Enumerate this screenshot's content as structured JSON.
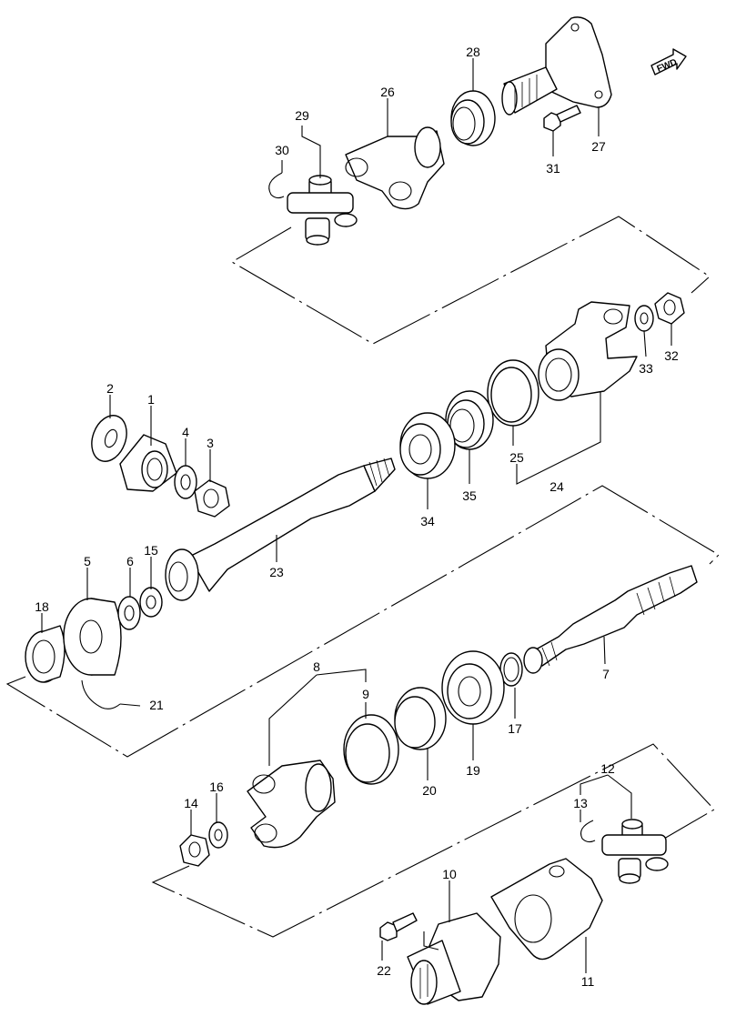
{
  "fwd_label": "FWD",
  "callouts": {
    "c1": "1",
    "c2": "2",
    "c3": "3",
    "c4": "4",
    "c5": "5",
    "c6": "6",
    "c7": "7",
    "c8": "8",
    "c9": "9",
    "c10": "10",
    "c11": "11",
    "c12": "12",
    "c13": "13",
    "c14": "14",
    "c15": "15",
    "c16": "16",
    "c17": "17",
    "c18": "18",
    "c19": "19",
    "c20": "20",
    "c21": "21",
    "c22": "22",
    "c23": "23",
    "c24": "24",
    "c25": "25",
    "c26": "26",
    "c27": "27",
    "c28": "28",
    "c29": "29",
    "c30": "30",
    "c31": "31",
    "c32": "32",
    "c33": "33",
    "c34": "34",
    "c35": "35"
  }
}
